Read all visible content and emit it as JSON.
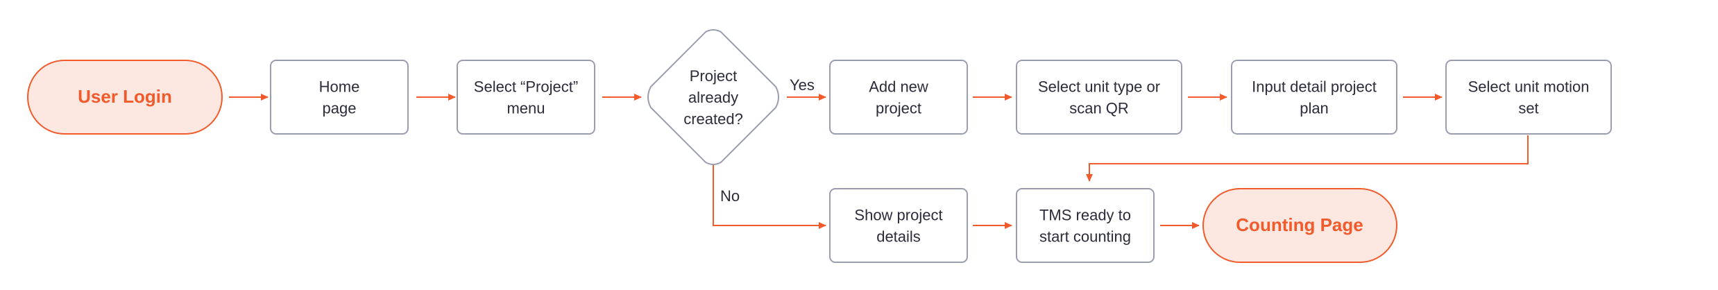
{
  "colors": {
    "accent": "#f15a2b",
    "terminal_fill": "#fde8e1",
    "box_stroke": "#9a9cb0",
    "text": "#2b2b3a"
  },
  "nodes": {
    "user_login": {
      "lines": [
        "User Login"
      ]
    },
    "home_page": {
      "lines": [
        "Home",
        "page"
      ]
    },
    "select_project_menu": {
      "lines": [
        "Select “Project”",
        "menu"
      ]
    },
    "project_created": {
      "lines": [
        "Project",
        "already",
        "created?"
      ]
    },
    "add_new_project": {
      "lines": [
        "Add new",
        "project"
      ]
    },
    "select_unit_type": {
      "lines": [
        "Select unit type or",
        "scan QR"
      ]
    },
    "input_detail_plan": {
      "lines": [
        "Input detail project",
        "plan"
      ]
    },
    "select_motion_set": {
      "lines": [
        "Select unit motion",
        "set"
      ]
    },
    "show_project_details": {
      "lines": [
        "Show project",
        "details"
      ]
    },
    "tms_ready": {
      "lines": [
        "TMS ready to",
        "start counting"
      ]
    },
    "counting_page": {
      "lines": [
        "Counting Page"
      ]
    }
  },
  "edges": {
    "yes_label": "Yes",
    "no_label": "No"
  }
}
